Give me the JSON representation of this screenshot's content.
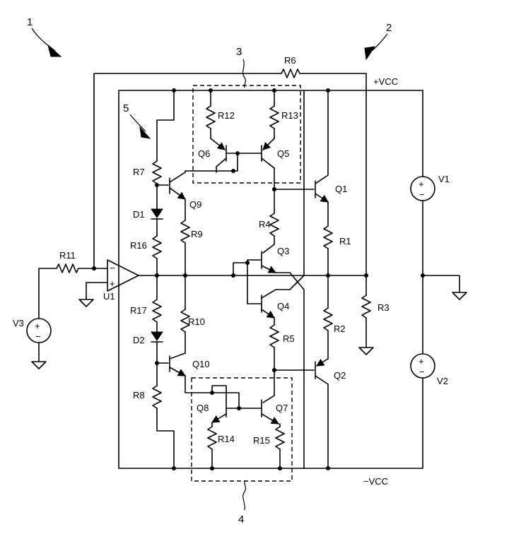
{
  "labels": {
    "n1": "1",
    "n2": "2",
    "n3": "3",
    "n4": "4",
    "n5": "5",
    "R1": "R1",
    "R2": "R2",
    "R3": "R3",
    "R4": "R4",
    "R5": "R5",
    "R6": "R6",
    "R7": "R7",
    "R8": "R8",
    "R9": "R9",
    "R10": "R10",
    "R11": "R11",
    "R12": "R12",
    "R13": "R13",
    "R14": "R14",
    "R15": "R15",
    "R16": "R16",
    "R17": "R17",
    "Q1": "Q1",
    "Q2": "Q2",
    "Q3": "Q3",
    "Q4": "Q4",
    "Q5": "Q5",
    "Q6": "Q6",
    "Q7": "Q7",
    "Q8": "Q8",
    "Q9": "Q9",
    "Q10": "Q10",
    "D1": "D1",
    "D2": "D2",
    "U1": "U1",
    "V1": "V1",
    "V2": "V2",
    "V3": "V3",
    "vcc_pos": "+VCC",
    "vcc_neg": "−VCC",
    "opamp_minus": "−",
    "opamp_plus": "+",
    "src_plus": "+",
    "src_minus": "−"
  }
}
